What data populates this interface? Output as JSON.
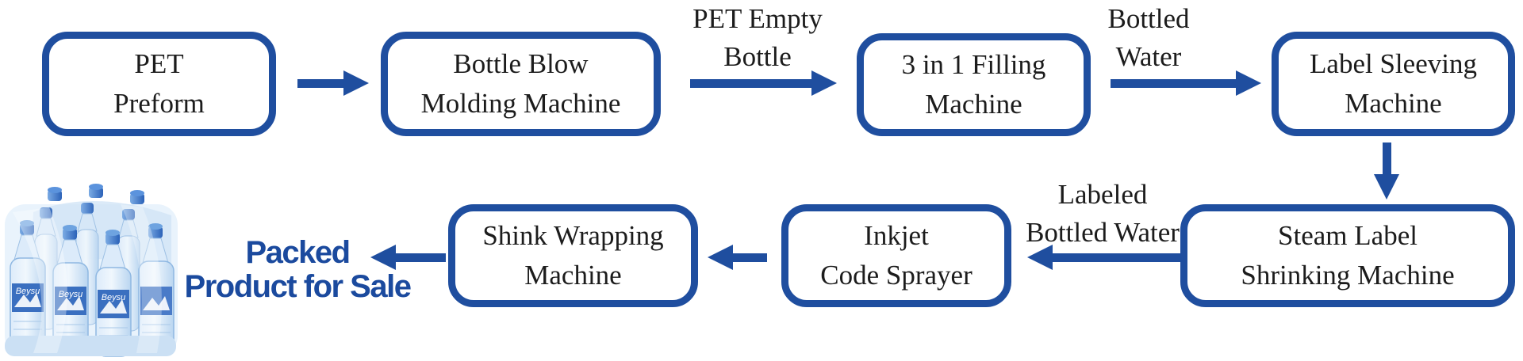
{
  "flow": {
    "boxes": [
      {
        "id": "pet-preform",
        "line1": "PET",
        "line2": "Preform"
      },
      {
        "id": "bottle-blow",
        "line1": "Bottle Blow",
        "line2": "Molding Machine"
      },
      {
        "id": "filling",
        "line1": "3 in 1 Filling",
        "line2": "Machine"
      },
      {
        "id": "label-sleeving",
        "line1": "Label Sleeving",
        "line2": "Machine"
      },
      {
        "id": "steam-shrinking",
        "line1": "Steam Label",
        "line2": "Shrinking Machine"
      },
      {
        "id": "inkjet",
        "line1": "Inkjet",
        "line2": "Code Sprayer"
      },
      {
        "id": "shrink-wrapping",
        "line1": "Shink Wrapping",
        "line2": "Machine"
      }
    ],
    "arrow_labels": [
      {
        "id": "pet-empty-bottle",
        "line1": "PET Empty",
        "line2": "Bottle"
      },
      {
        "id": "bottled-water",
        "line1": "Bottled",
        "line2": "Water"
      },
      {
        "id": "labeled-bottled-water",
        "line1": "Labeled",
        "line2": "Bottled Water"
      }
    ],
    "end_label": {
      "line1": "Packed",
      "line2": "Product for Sale"
    },
    "bottle_brand": "Beysu",
    "colors": {
      "accent": "#1f4e9f",
      "box_text": "#1c1c1c",
      "end_label_text": "#1b4a9e"
    }
  }
}
